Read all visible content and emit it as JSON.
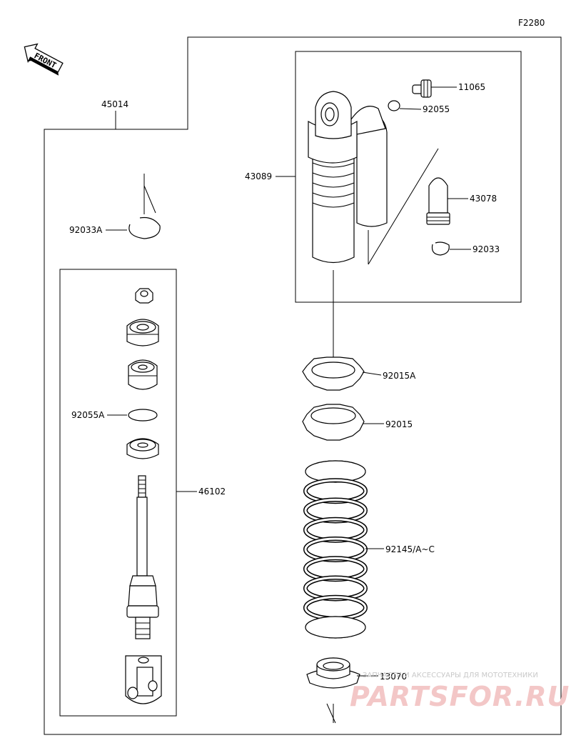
{
  "diagram_code": "F2280",
  "front_label": "FRONT",
  "labels": {
    "p45014": "45014",
    "p92033A": "92033A",
    "p92055A": "92055A",
    "p46102": "46102",
    "p43089": "43089",
    "p11065": "11065",
    "p92055": "92055",
    "p43078": "43078",
    "p92033": "92033",
    "p92015A": "92015A",
    "p92015": "92015",
    "p92145": "92145/A~C",
    "p13070": "13070"
  },
  "watermark": {
    "tagline": "ЗАПЧАСТИ И АКСЕССУАРЫ ДЛЯ МОТОТЕХНИКИ",
    "brand": "PARTSFOR.RU"
  }
}
